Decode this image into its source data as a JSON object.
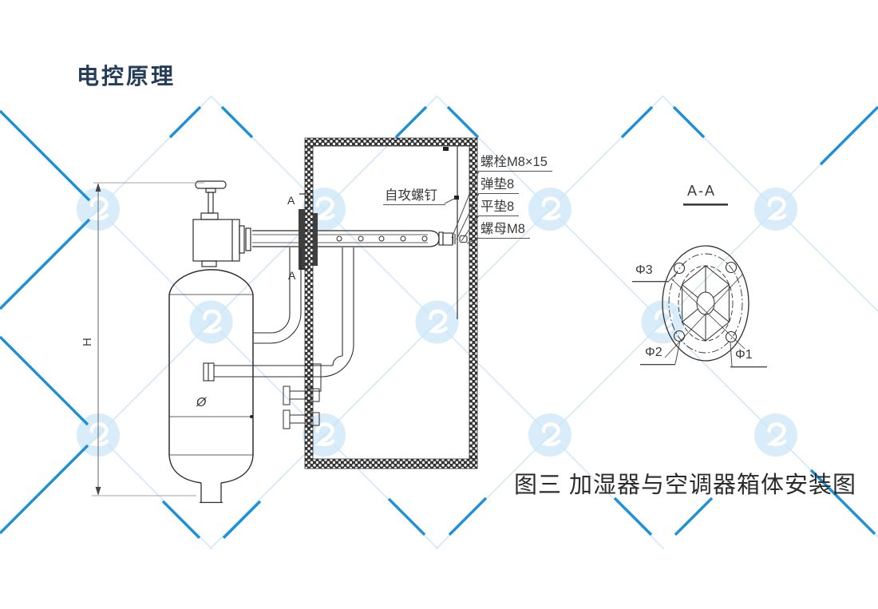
{
  "page": {
    "title": "电控原理"
  },
  "figure": {
    "caption": "图三 加湿器与空调器箱体安装图"
  },
  "diagram": {
    "screw_label": "自攻螺钉",
    "part_labels": [
      {
        "text": "螺栓M8×15"
      },
      {
        "text": "弹垫8"
      },
      {
        "text": "平垫8"
      },
      {
        "text": "螺母M8"
      }
    ],
    "section_view": {
      "title": "A-A",
      "holes": [
        "Φ3",
        "Φ2",
        "Φ1"
      ]
    },
    "section_markers": {
      "top": "A",
      "bottom": "A"
    },
    "dimensions": {
      "height": "H",
      "diameter": "Ø"
    }
  },
  "colors": {
    "accent_blue": "#1d90da",
    "light_blue": "#cbe6f8",
    "watermark_fill": "#d9ecf9",
    "ink": "#2e2e2e",
    "title_navy": "#253d59"
  }
}
